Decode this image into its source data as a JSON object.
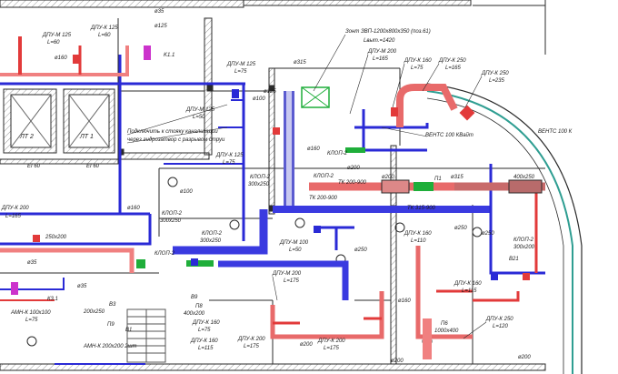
{
  "drawing": {
    "colors": {
      "supply": "#2a2ad6",
      "exhaust": "#e23a3a",
      "green": "#1fae3a",
      "magenta": "#cc33cc",
      "wall_hatch": "#9a9a9a",
      "line": "#2b2b2b",
      "teal": "#2f9e92"
    },
    "labels": {
      "t1": "ДПУ-М 125",
      "t2": "L=60",
      "t3": "ø35",
      "t4": "ø125",
      "t5": "K1.1",
      "t6": "ДПУ-К 125",
      "t7": "L=60",
      "t8": "ø160",
      "t9": "ДПУ-М 125",
      "t10": "L=75",
      "t11": "ø315",
      "t12": "Зонт ЗВП-1200х800х350 (поз.61)",
      "t13": "Lвыт.=1420",
      "t14": "ДПУ-М 200",
      "t15": "L=165",
      "t16": "ДПУ-К 160",
      "t17": "L=75",
      "t18": "ДПУ-К 250",
      "t19": "L=165",
      "t20": "ДПУ-К 250",
      "t21": "L=235",
      "t22": "ВЕНТС 100 К",
      "t23": "ЛТ 2",
      "t24": "ЛТ 1",
      "t25": "EI 60",
      "t26": "EI 60",
      "t27": "Подключить к стояку канализации",
      "t28": "через гидрозатвор с разрывом струи",
      "t29": "ДПУ-М 125",
      "t30": "L=50",
      "t31": "ø100",
      "t32": "ø125",
      "t33": "ДПУ-К 125",
      "t34": "L=75",
      "t35": "ø100",
      "t36": "ВЕНТС 100 КВайт",
      "t37": "КЛОП-2",
      "t38": "300х250",
      "t39": "КЛОП-2",
      "t40": "ТК 200-900",
      "t41": "ТК 200-900",
      "t42": "ТК 315-900",
      "t43": "ø200",
      "t44": "ø315",
      "t45": "400х250",
      "t46": "ДПУ-К 200",
      "t47": "L=165",
      "t48": "250х200",
      "t49": "ø160",
      "t50": "КЛОП-2",
      "t51": "300х250",
      "t52": "КЛОП-2",
      "t53": "300х250",
      "t54": "ДПУ-М 100",
      "t55": "L=50",
      "t56": "ДПУ-К 160",
      "t57": "L=110",
      "t58": "КЛОП-2",
      "t59": "300х200",
      "t60": "ø250",
      "t61": "ø35",
      "t62": "ø35",
      "t63": "К3.1",
      "t64": "АМН-К 100х100",
      "t65": "L=75",
      "t66": "ДПУ-М 200",
      "t67": "L=175",
      "t68": "ДПУ-К 160",
      "t69": "L=115",
      "t70": "ДПУ-К 250",
      "t71": "L=120",
      "t72": "П6",
      "t73": "1000х400",
      "t74": "В3",
      "t75": "200х250",
      "t76": "П9",
      "t77": "В1",
      "t78": "АМН-К 200х200 2шт",
      "t79": "ДПУ-К 160",
      "t80": "L=75",
      "t81": "ДПУ-К 160",
      "t82": "L=115",
      "t83": "ДПУ-К 200",
      "t84": "L=175",
      "t85": "ДПУ-К 200",
      "t86": "L=175",
      "t87": "В9",
      "t88": "400х200",
      "t89": "П8",
      "t90": "ø200",
      "t91": "ø250",
      "t92": "ø200",
      "t93": "ø200",
      "t94": "ø160",
      "t95": "ø200",
      "t96": "П1",
      "t97": "ø250",
      "t98": "В21",
      "t99": "ø160",
      "t100": "КЛОП-2",
      "t101": "КЛОП-2"
    }
  }
}
